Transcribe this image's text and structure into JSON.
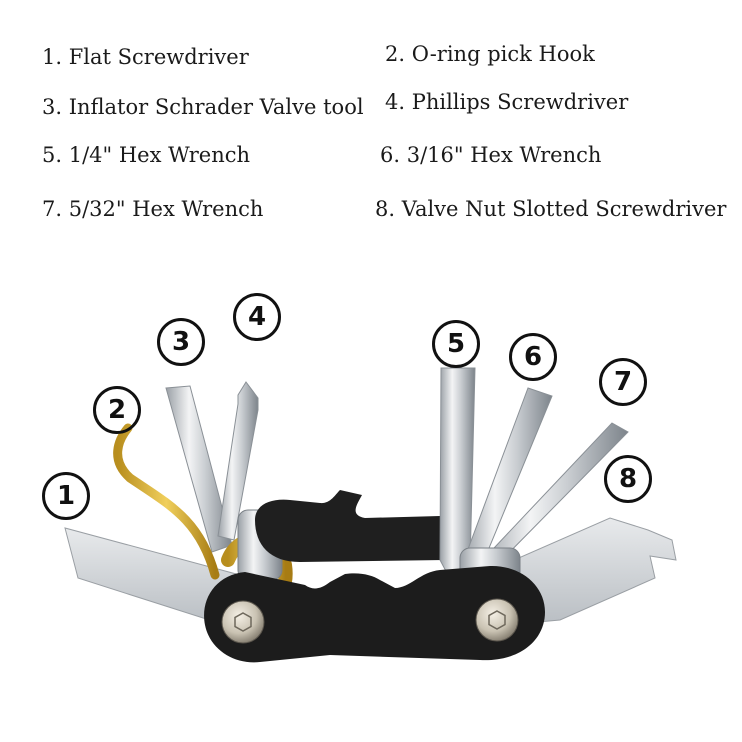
{
  "legend": [
    {
      "number": "1",
      "label": "1. Flat Screwdriver"
    },
    {
      "number": "2",
      "label": "2. O-ring pick Hook"
    },
    {
      "number": "3",
      "label": "3. Inflator Schrader Valve tool"
    },
    {
      "number": "4",
      "label": "4. Phillips Screwdriver"
    },
    {
      "number": "5",
      "label": "5. 1/4\" Hex Wrench"
    },
    {
      "number": "6",
      "label": "6. 3/16\" Hex Wrench"
    },
    {
      "number": "7",
      "label": "7. 5/32\" Hex Wrench"
    },
    {
      "number": "8",
      "label": "8. Valve Nut Slotted Screwdriver"
    }
  ],
  "callouts": [
    "1",
    "2",
    "3",
    "4",
    "5",
    "6",
    "7",
    "8"
  ],
  "colors": {
    "body": "#1c1c1c",
    "chrome": "#d9dcdf",
    "chrome_dark": "#8f959b",
    "brass": "#d9b23a",
    "text": "#1a1a1a"
  }
}
